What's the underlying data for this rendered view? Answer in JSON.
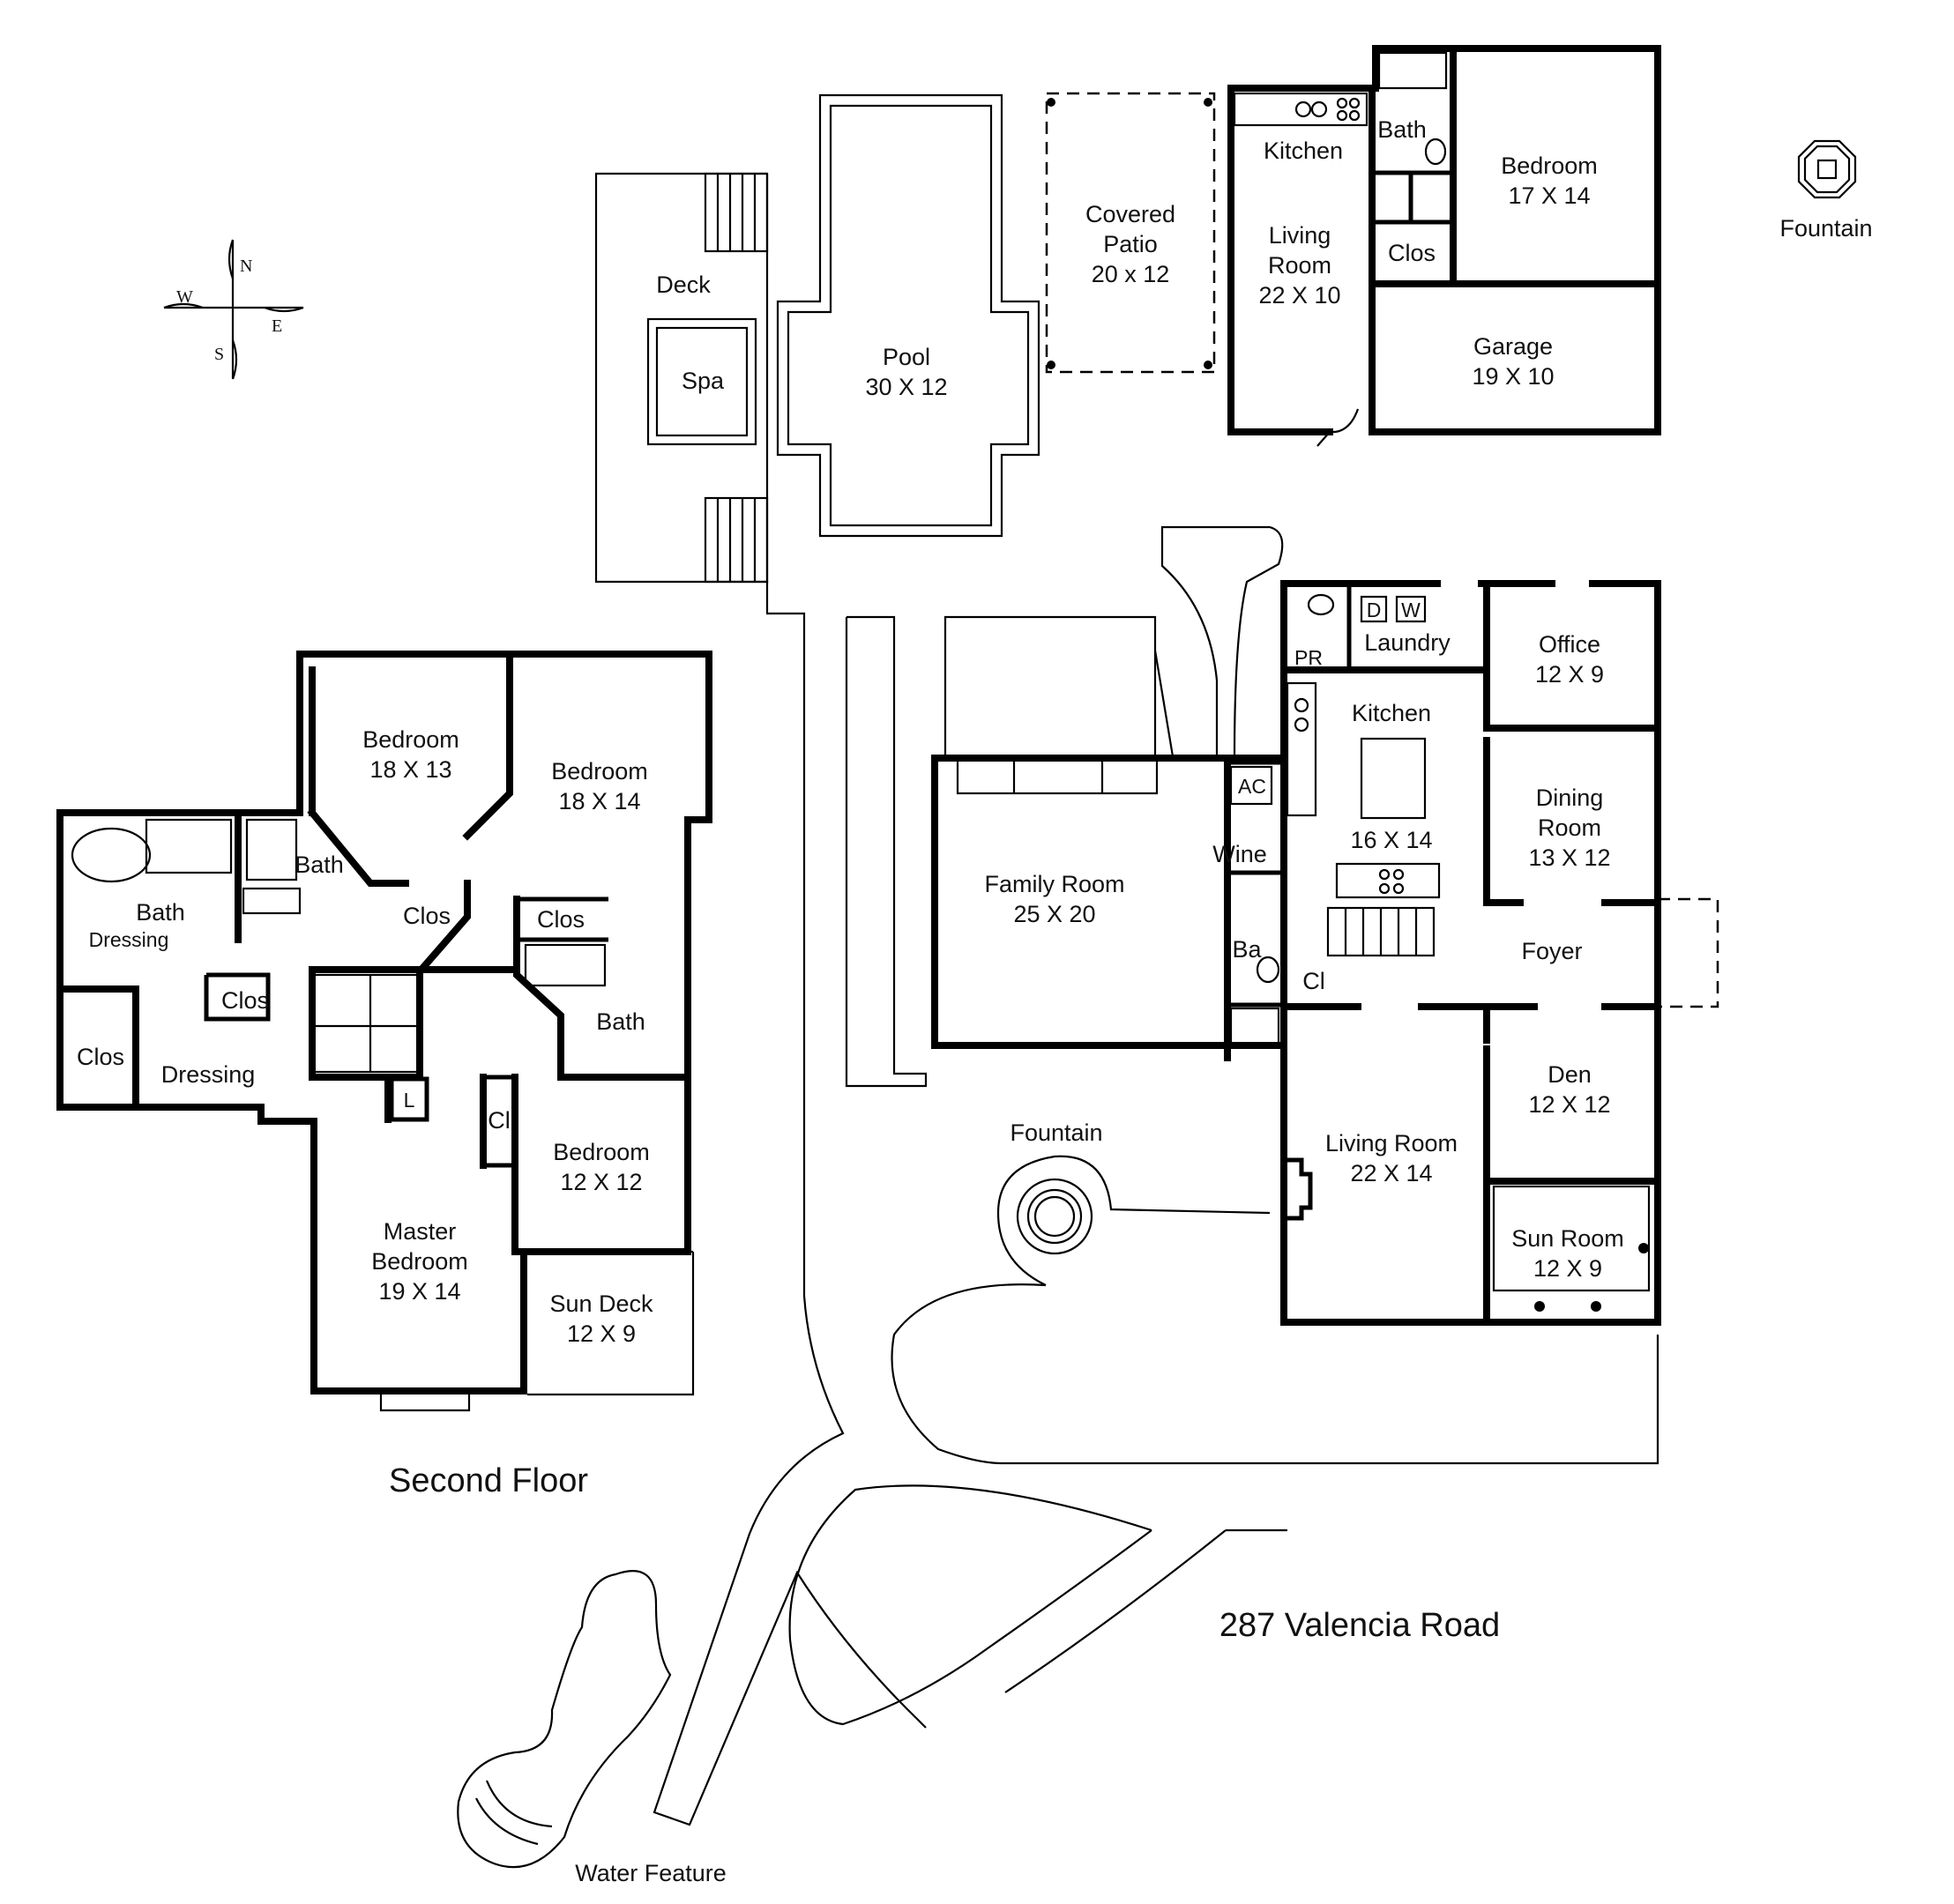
{
  "compass": {
    "n": "N",
    "s": "S",
    "e": "E",
    "w": "W"
  },
  "titles": {
    "second_floor": "Second Floor",
    "address": "287 Valencia Road",
    "water_feature": "Water Feature",
    "fountain_ne": "Fountain",
    "fountain_yard": "Fountain"
  },
  "outdoor": {
    "deck": "Deck",
    "spa": "Spa",
    "pool": [
      "Pool",
      "30  X  12"
    ],
    "covered_patio": [
      "Covered",
      "Patio",
      "20 x 12"
    ]
  },
  "guest_house": {
    "kitchen": "Kitchen",
    "bath": "Bath",
    "bedroom": [
      "Bedroom",
      "17  X  14"
    ],
    "living_room": [
      "Living",
      "Room",
      "22  X  10"
    ],
    "closet": "Clos",
    "garage": [
      "Garage",
      "19  X  10"
    ]
  },
  "main_floor": {
    "powder_room": "PR",
    "laundry": "Laundry",
    "dryer": "D",
    "washer": "W",
    "office": [
      "Office",
      "12  X  9"
    ],
    "kitchen": [
      "Kitchen",
      "16  X  14"
    ],
    "ac": "AC",
    "wine": "Wine",
    "dining_room": [
      "Dining",
      "Room",
      "13  X  12"
    ],
    "family_room": [
      "Family Room",
      "25  X  20"
    ],
    "bath": "Ba",
    "closet": "Cl",
    "foyer": "Foyer",
    "den": [
      "Den",
      "12  X  12"
    ],
    "living_room": [
      "Living Room",
      "22  X  14"
    ],
    "sun_room": [
      "Sun Room",
      "12  X  9"
    ]
  },
  "second_floor": {
    "bedroom_a": [
      "Bedroom",
      "18  X  13"
    ],
    "bedroom_b": [
      "Bedroom",
      "18  X  14"
    ],
    "bath_master": "Bath",
    "dressing_small": "Dressing",
    "bath_mid": "Bath",
    "closet_mid": "Clos",
    "closet_b": "Clos",
    "closet_master": "Clos",
    "closet_left": "Clos",
    "dressing": "Dressing",
    "bath_right": "Bath",
    "linen": "L",
    "closet_small": "Cl",
    "bedroom_c": [
      "Bedroom",
      "12  X  12"
    ],
    "master_bedroom": [
      "Master",
      "Bedroom",
      "19  X  14"
    ],
    "sun_deck": [
      "Sun Deck",
      "12  X  9"
    ]
  }
}
